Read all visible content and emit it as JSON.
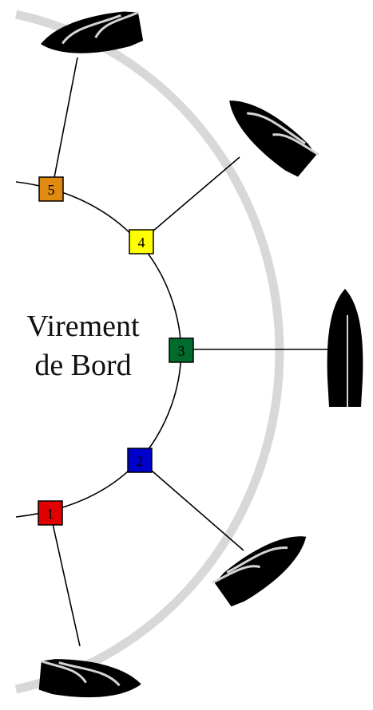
{
  "title": {
    "line1": "Virement",
    "line2": "de Bord"
  },
  "steps": [
    {
      "label": "1",
      "color": "#e00000"
    },
    {
      "label": "2",
      "color": "#0000cc"
    },
    {
      "label": "3",
      "color": "#006b2c"
    },
    {
      "label": "4",
      "color": "#ffff00"
    },
    {
      "label": "5",
      "color": "#e08a10"
    }
  ],
  "colors": {
    "hull": "#000000",
    "sail": "#d4d4d4",
    "track": "#d8d8d8",
    "line": "#000000"
  },
  "icons": [
    "sailboat-icon"
  ]
}
